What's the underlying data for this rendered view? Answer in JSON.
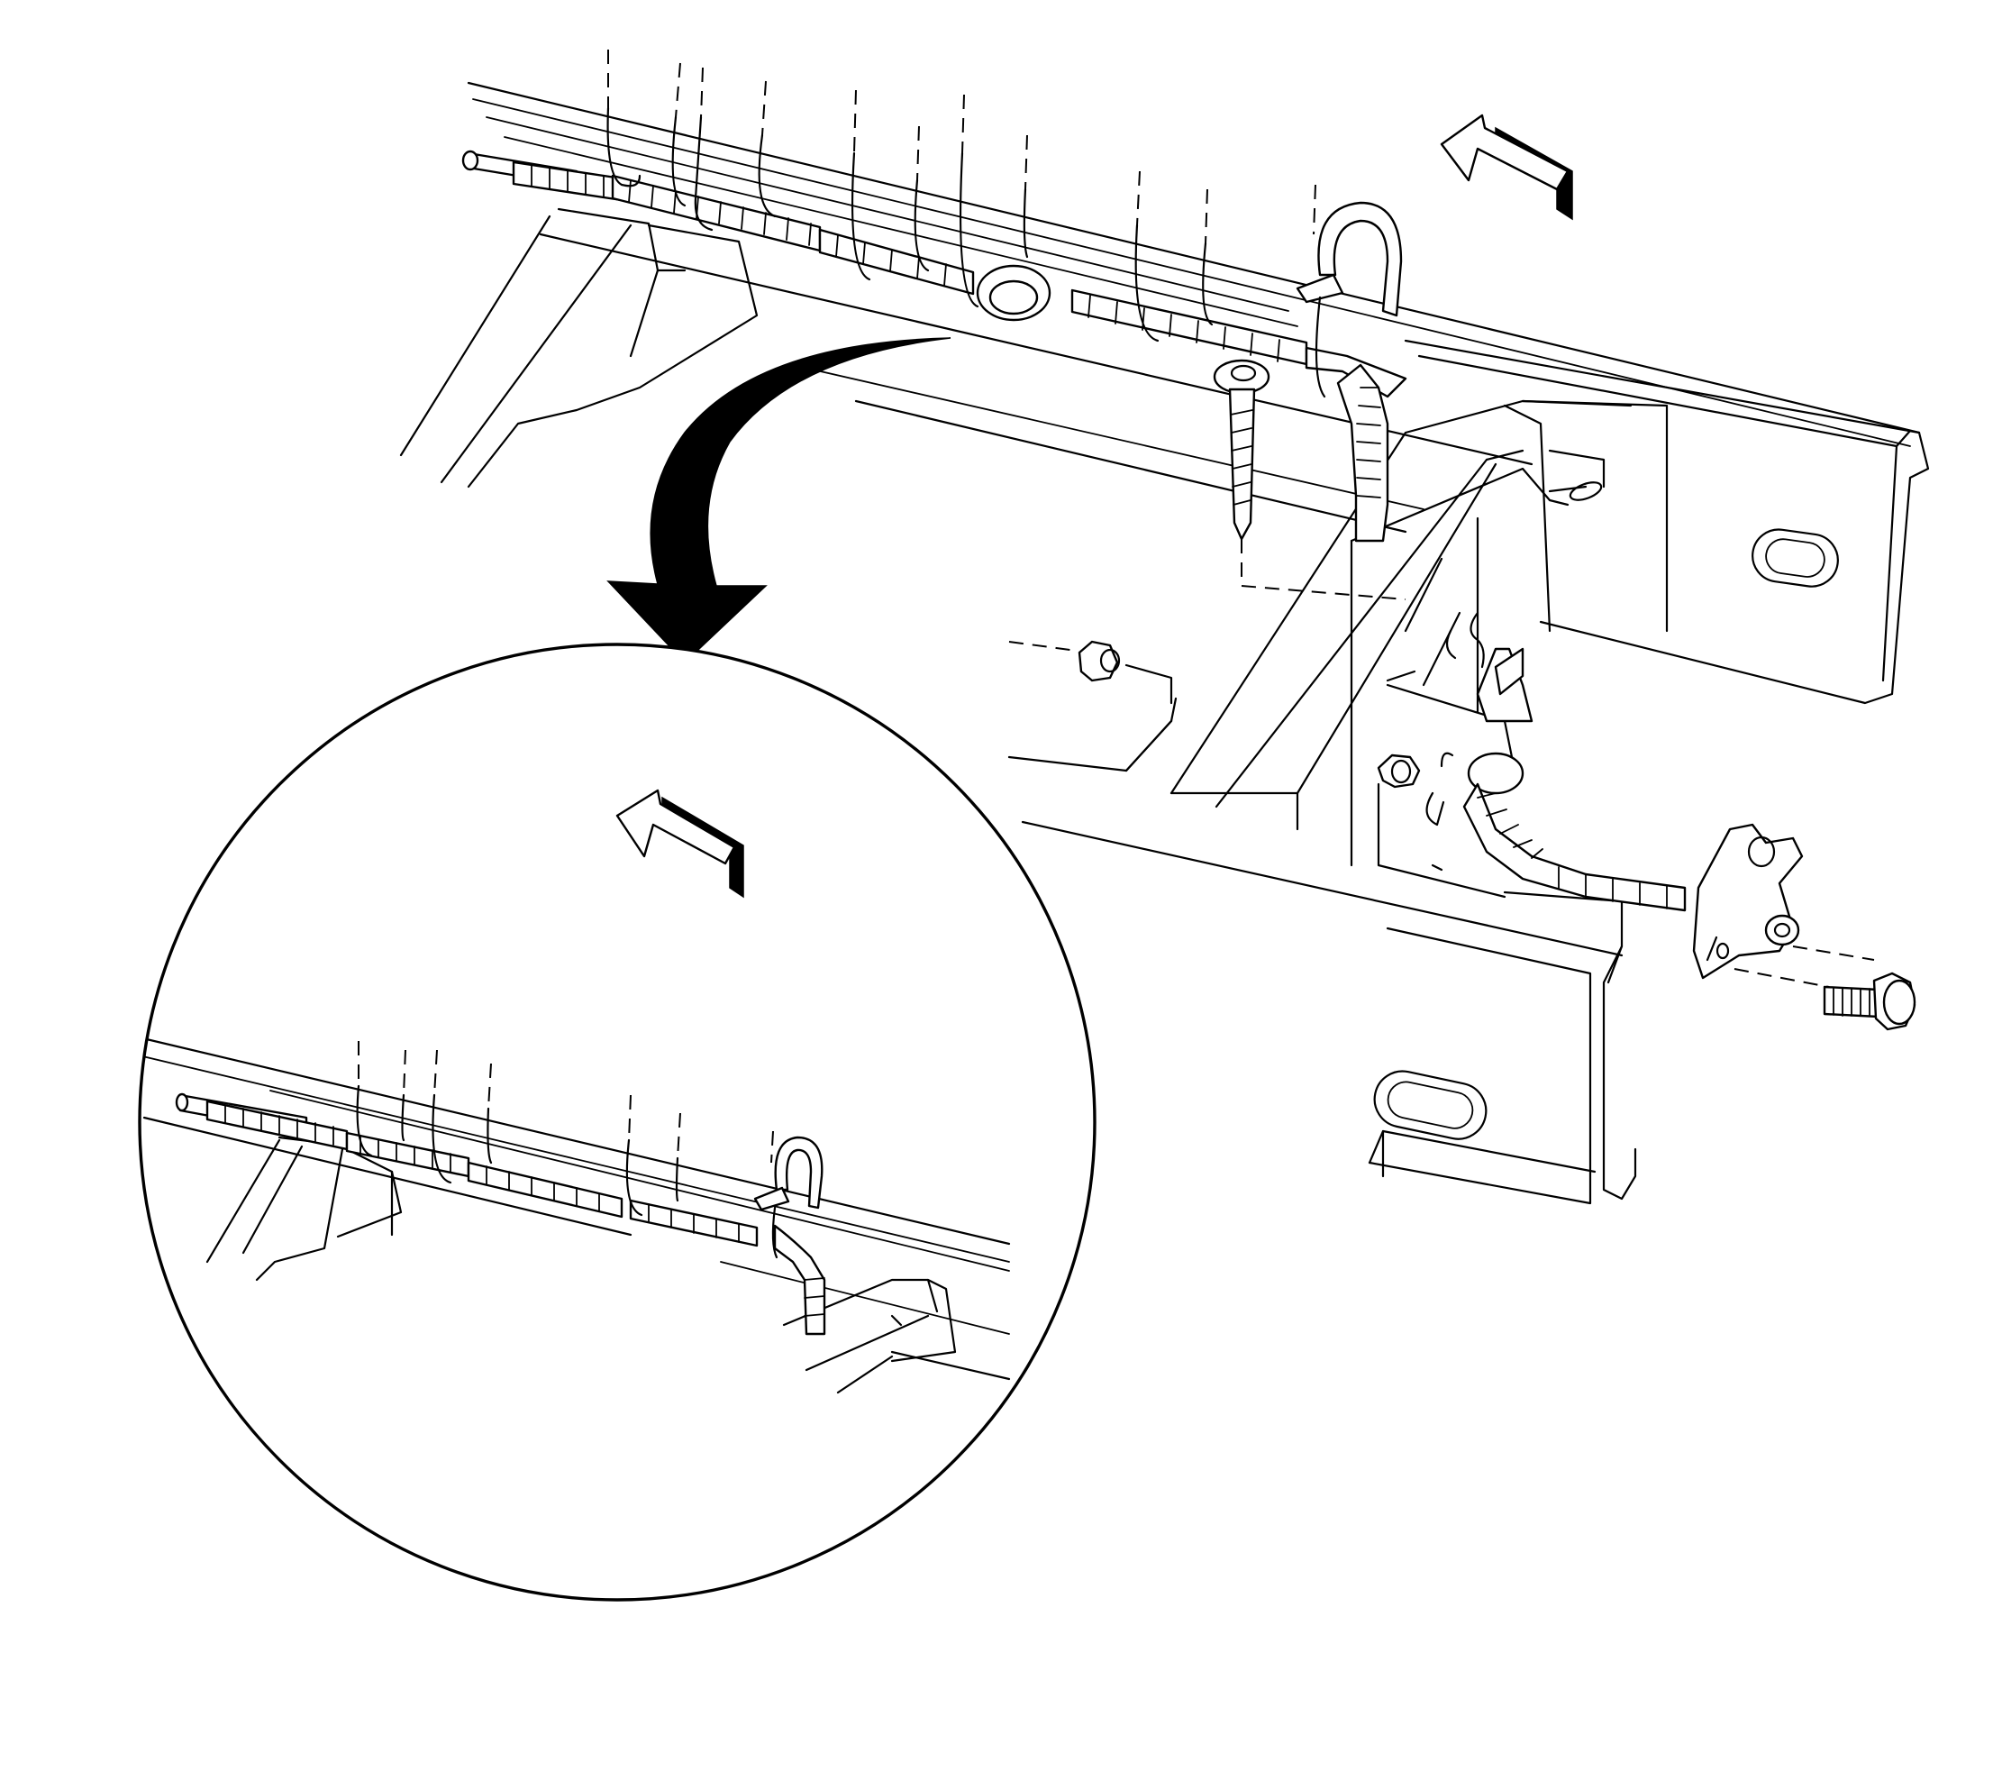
{
  "figure": {
    "kind": "technical-line-drawing",
    "background": "#ffffff",
    "ink": "#000000",
    "text_labels": []
  },
  "main_view": {
    "parts": [
      "frame-rail",
      "crossmember",
      "wiring-harness",
      "harness-clips",
      "strap-clip",
      "push-pin-retainer",
      "nut",
      "trailer-connector-bracket",
      "bolt",
      "direction-arrow"
    ]
  },
  "detail_view": {
    "shape": "circle",
    "parts": [
      "frame-rail",
      "wiring-harness",
      "harness-clips",
      "strap-clip",
      "direction-arrow"
    ]
  },
  "callout": {
    "kind": "curved-arrow",
    "points_to": "detail_view"
  }
}
